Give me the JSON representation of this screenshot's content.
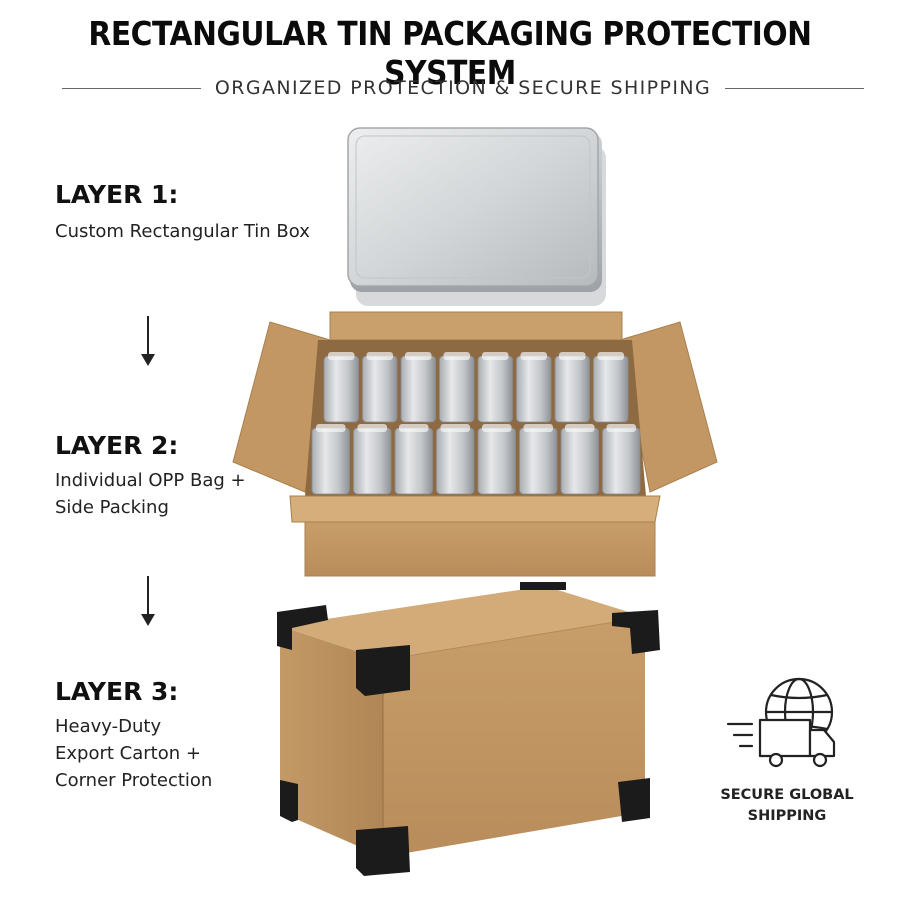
{
  "header": {
    "title": "RECTANGULAR TIN PACKAGING PROTECTION SYSTEM",
    "subtitle": "ORGANIZED PROTECTION & SECURE SHIPPING"
  },
  "layers": [
    {
      "title": "LAYER 1:",
      "description": "Custom Rectangular Tin Box"
    },
    {
      "title": "LAYER 2:",
      "description": "Individual OPP Bag +\nSide Packing"
    },
    {
      "title": "LAYER 3:",
      "description": "Heavy-Duty\nExport Carton +\nCorner Protection"
    }
  ],
  "shipping": {
    "label": "SECURE GLOBAL\nSHIPPING",
    "icon": "globe-delivery-truck-icon"
  },
  "colors": {
    "cardboard": "#c9a06c",
    "tin": "#d4d6d8",
    "corner_protector": "#1b1b1b"
  }
}
